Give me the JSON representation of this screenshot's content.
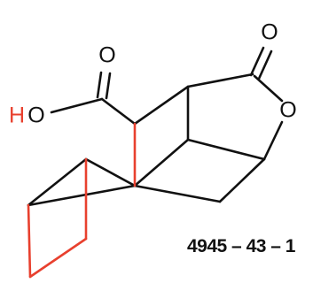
{
  "atoms": {
    "carbonyl_oxygen_acid": "O",
    "hydroxyl_h": "H",
    "hydroxyl_o": "O",
    "carbonyl_oxygen_lactone": "O",
    "ring_oxygen_lactone": "O"
  },
  "compound_id": "4945 – 43 – 1",
  "colors": {
    "bond_primary": "#111111",
    "bond_highlight": "#e8402e",
    "hydrogen_label": "#e8402e"
  }
}
